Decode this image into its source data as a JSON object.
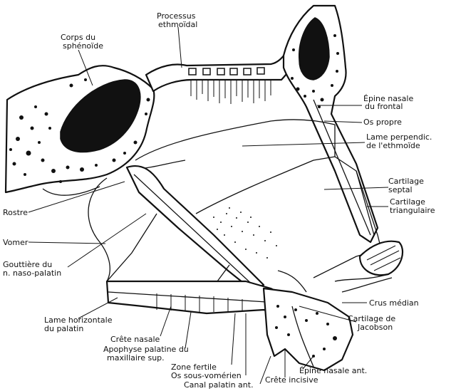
{
  "labels": {
    "corps_sphenoide_1": "Corps du",
    "corps_sphenoide_2": "sphénoïde",
    "processus_1": "Processus",
    "processus_2": "ethmoïdal",
    "epine_frontal_1": "Épine nasale",
    "epine_frontal_2": "du frontal",
    "os_propre": "Os propre",
    "lame_perp_1": "Lame perpendic.",
    "lame_perp_2": "de l'ethmoïde",
    "cart_septal_1": "Cartilage",
    "cart_septal_2": "septal",
    "cart_tri_1": "Cartilage",
    "cart_tri_2": "triangulaire",
    "rostre": "Rostre",
    "vomer": "Vomer",
    "gouttiere_1": "Gouttière du",
    "gouttiere_2": "n. naso-palatin",
    "crus_median": "Crus médian",
    "cart_jacobson_1": "Cartilage de",
    "cart_jacobson_2": "Jacobson",
    "lame_horiz_1": "Lame horizontale",
    "lame_horiz_2": "du palatin",
    "crete_nasale": "Crête nasale",
    "apophyse_1": "Apophyse palatine du",
    "apophyse_2": "maxillaire sup.",
    "zone_fertile": "Zone fertile",
    "os_sous_vomerien": "Os sous-vomérien",
    "canal_palatin": "Canal palatin ant.",
    "crete_incisive": "Crête incisive",
    "epine_nasale_ant": "Épine nasale ant."
  }
}
